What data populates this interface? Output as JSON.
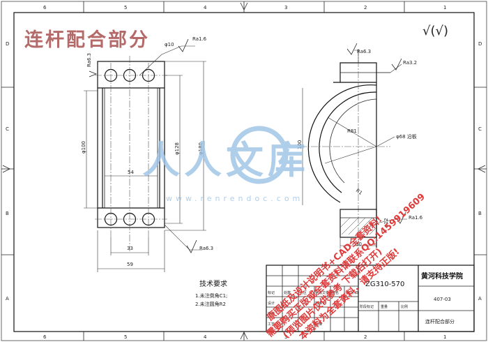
{
  "colors": {
    "title_overlay": "#b56a6a",
    "watermark_blue": "#9cc3e6",
    "stamp_red": "#e03a3a",
    "line": "#222222"
  },
  "overlay_title": "连杆配合部分",
  "zone_letters": [
    "D",
    "C",
    "B",
    "A"
  ],
  "column_numbers": [
    "6",
    "5",
    "4",
    "3",
    "2",
    "1"
  ],
  "surface_symbol": "√(√)",
  "left_view": {
    "dims": {
      "phi10": "φ10",
      "ra_top": "Ra1.6",
      "ra_left": "Ra6.3",
      "phi100": "φ100",
      "phi128": "φ128",
      "phi180": "φ180",
      "d54": "54",
      "d33": "33",
      "d59": "59",
      "ra_bottom": "Ra6.3"
    }
  },
  "right_view": {
    "dims": {
      "ra_top": "Ra6.3",
      "ra_right": "Ra3.2",
      "r81": "R81",
      "phi68": "φ68 沿板",
      "d100": "100",
      "r1": "R1",
      "phi12": "φ12",
      "ra_lower": "Ra1.6",
      "d30": "30"
    }
  },
  "tech_notes": {
    "title": "技术要求",
    "items": [
      "1.未注倒角C1;",
      "2.未注圆角R2"
    ]
  },
  "watermark": {
    "text": "人人文库",
    "url": "www.renrendoc.com"
  },
  "stamp_lines": [
    "原图纸及设计说明书+CAD全套资料!",
    "需要购买正版或全套资料请联系QQ:1459919609",
    "(预览图片仅供参考 下载后打开)",
    "本资料为全套资料，请支持正版!"
  ],
  "title_block": {
    "drawing_no": "ZG310-570",
    "school": "黄河科技学院",
    "code": "407-03",
    "part_name": "连杆配合部分",
    "header_cells": [
      "标记",
      "处数",
      "分区",
      "更改文件号",
      "签名",
      "年.月.日"
    ],
    "row_labels": [
      "设计",
      "审核",
      "工艺",
      "标准化",
      "批准"
    ],
    "stage_cells": [
      "阶段标记",
      "重量",
      "比例"
    ]
  }
}
